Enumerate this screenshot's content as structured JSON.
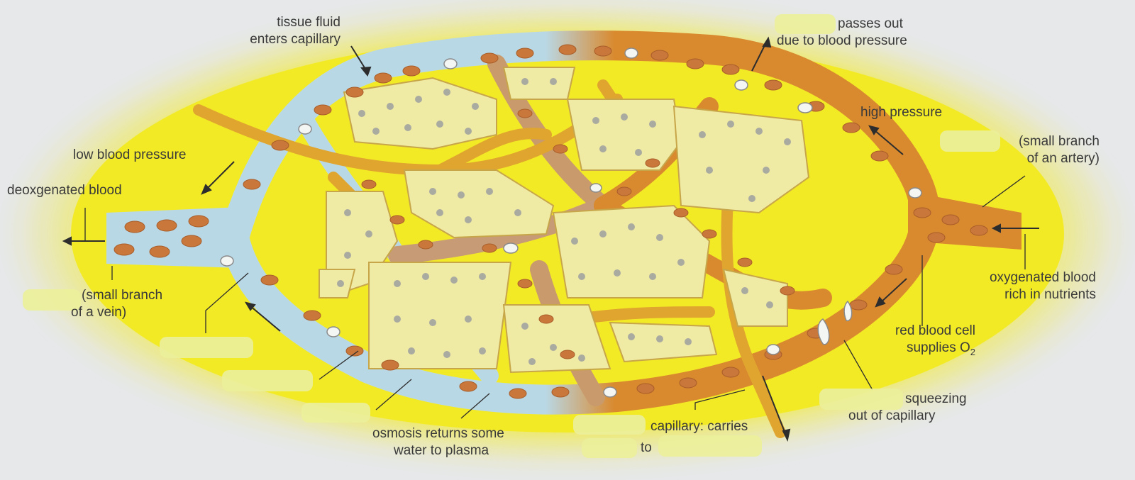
{
  "labels": {
    "tissue_fluid_1": "tissue fluid",
    "tissue_fluid_2": "enters capillary",
    "passes_out_1": "passes out",
    "passes_out_2": "due to blood pressure",
    "high_pressure": "high pressure",
    "small_branch_artery_1": "(small branch",
    "small_branch_artery_2": "of an artery)",
    "low_pressure": "low blood pressure",
    "deoxygenated": "deoxgenated blood",
    "small_branch_vein_1": "(small branch",
    "small_branch_vein_2": "of a vein)",
    "oxygenated_1": "oxygenated blood",
    "oxygenated_2": "rich in nutrients",
    "rbc_1": "red blood cell",
    "rbc_2_prefix": "supplies O",
    "rbc_2_sub": "2",
    "squeezing_1": "squeezing",
    "squeezing_2": "out of capillary",
    "osmosis_1": "osmosis returns some",
    "osmosis_2": "water to plasma",
    "capillary_carries": "capillary: carries",
    "to": "to"
  },
  "colors": {
    "glow": "#f2ec1e",
    "venous": "#b9d8e6",
    "arterial": "#d98a2f",
    "tissue": "#f0eda4",
    "cell_nucleus": "#a9aaa0",
    "rbc": "#c9773b"
  }
}
